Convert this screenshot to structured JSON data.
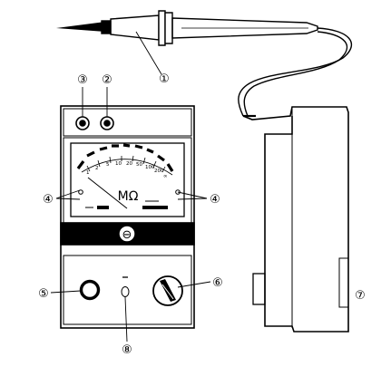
{
  "callouts": [
    "①",
    "②",
    "③",
    "④",
    "④",
    "⑤",
    "⑥",
    "⑦",
    "⑧"
  ],
  "scale_unit": "MΩ",
  "center_button_symbol": "⊖",
  "scale_marks": [
    "1",
    "2",
    "5",
    "10",
    "20",
    "50",
    "100",
    "200",
    "∞"
  ]
}
